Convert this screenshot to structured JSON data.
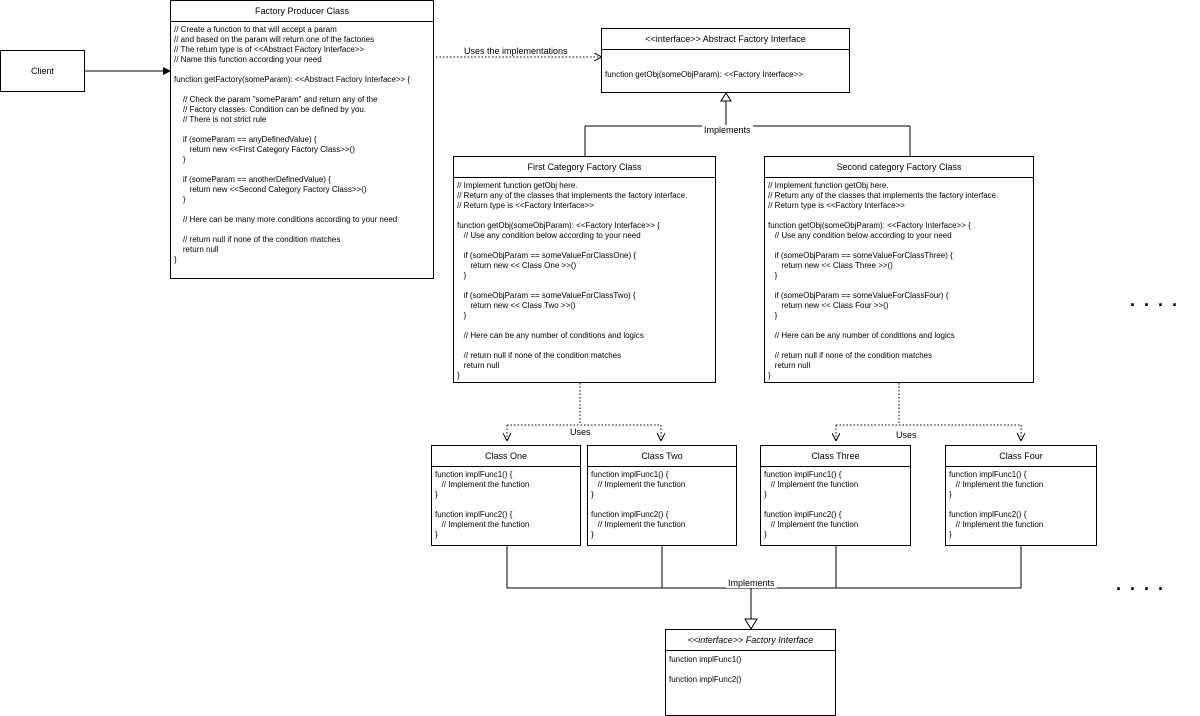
{
  "client": {
    "label": "Client"
  },
  "producer": {
    "title": "Factory Producer Class",
    "body": "// Create a function to that will accept a param\n// and based on the param will return one of the factories\n// The return type is of <<Abstract Factory Interface>>\n// Name this function according your need\n\nfunction getFactory(someParam): <<Abstract Factory Interface>> {\n\n    // Check the param \"someParam\" and return any of the\n    // Factory classes. Condition can be defined by you.\n    // There is not strict rule\n\n    if (someParam == anyDefinedValue) {\n       return new <<First Category Factory Class>>()\n    }\n\n    if (someParam == anotherDefinedValue) {\n       return new <<Second Category Factory Class>>()\n    }\n\n    // Here can be many more conditions according to your need\n\n    // return null if none of the condition matches\n    return null\n}"
  },
  "abstract_iface": {
    "title": "<<interface>> Abstract Factory Interface",
    "body": "function getObj(someObjParam): <<Factory Interface>>"
  },
  "first_factory": {
    "title": "First Category Factory Class",
    "body": "// Implement function getObj here.\n// Return any of the classes that implements the factory interface.\n// Return type is <<Factory Interface>>\n\nfunction getObj(someObjParam): <<Factory Interface>> {\n   // Use any condition below according to your need\n\n   if (someObjParam == someValueForClassOne) {\n      return new << Class One >>()\n   }\n\n   if (someObjParam == someValueForClassTwo) {\n      return new << Class Two >>()\n   }\n\n   // Here can be any number of conditions and logics\n\n   // return null if none of the condition matches\n   return null\n}"
  },
  "second_factory": {
    "title": "Second category Factory Class",
    "body": "// Implement function getObj here.\n// Return any of the classes that implements the factory interface.\n// Return type is <<Factory Interface>>\n\nfunction getObj(someObjParam): <<Factory Interface>> {\n   // Use any condition below according to your need\n\n   if (someObjParam == someValueForClassThree) {\n      return new << Class Three >>()\n   }\n\n   if (someObjParam == someValueForClassFour) {\n      return new << Class Four >>()\n   }\n\n   // Here can be any number of conditions and logics\n\n   // return null if none of the condition matches\n   return null\n}"
  },
  "class_one": {
    "title": "Class One",
    "body": "function implFunc1() {\n   // Implement the function\n}\n\nfunction implFunc2() {\n   // Implement the function\n}"
  },
  "class_two": {
    "title": "Class Two",
    "body": "function implFunc1() {\n   // Implement the function\n}\n\nfunction implFunc2() {\n   // Implement the function\n}"
  },
  "class_three": {
    "title": "Class Three",
    "body": "function implFunc1() {\n   // Implement the function\n}\n\nfunction implFunc2() {\n   // Implement the function\n}"
  },
  "class_four": {
    "title": "Class Four",
    "body": "function implFunc1() {\n   // Implement the function\n}\n\nfunction implFunc2() {\n   // Implement the function\n}"
  },
  "factory_iface": {
    "title": "<<interface>> Factory Interface",
    "body": "function implFunc1()\n\nfunction implFunc2()"
  },
  "labels": {
    "uses_impl": "Uses the implementations",
    "implements_top": "Implements",
    "uses_left": "Uses",
    "uses_right": "Uses",
    "implements_bottom": "Implements",
    "dots": "...."
  }
}
